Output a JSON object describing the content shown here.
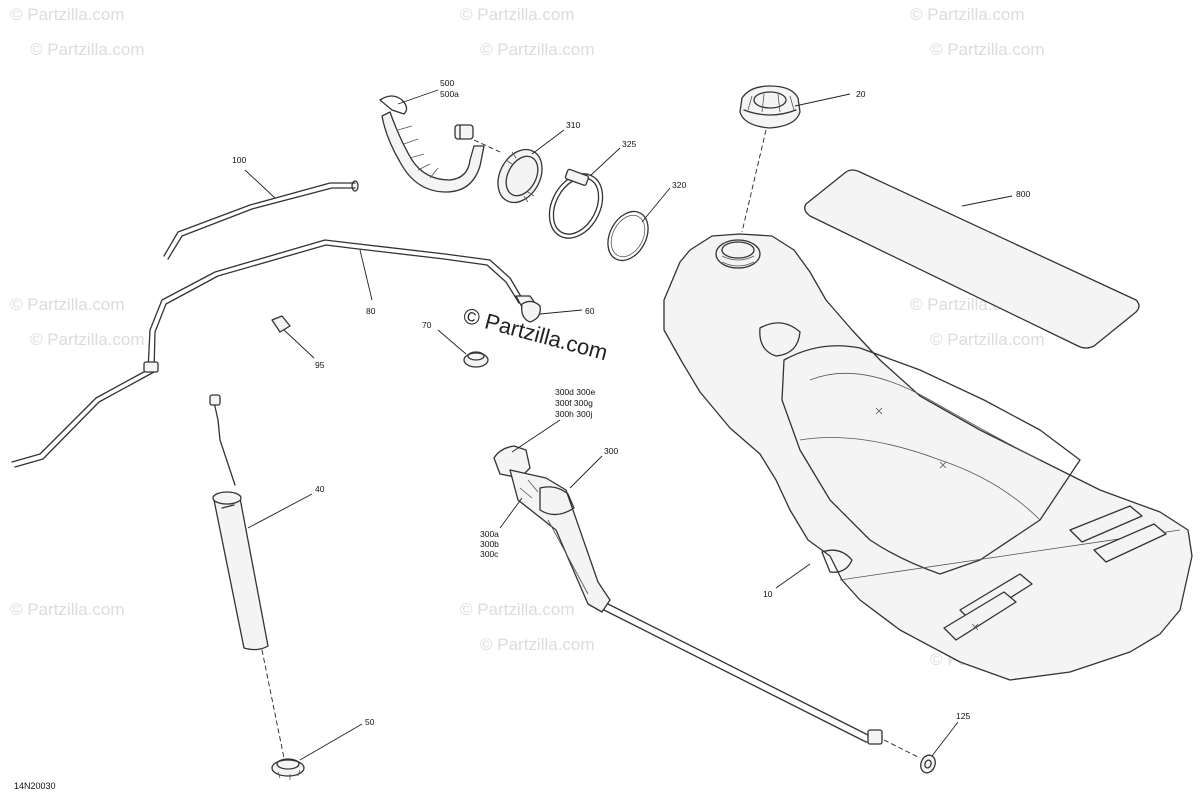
{
  "diagram": {
    "drawing_code": "14N20030",
    "watermark_repeat": "© Partzilla.com",
    "watermark_center": "© Partzilla.com",
    "callouts": {
      "c20": "20",
      "c500": "500",
      "c500a": "500a",
      "c310": "310",
      "c325": "325",
      "c320": "320",
      "c100": "100",
      "c800": "800",
      "c80": "80",
      "c60": "60",
      "c70": "70",
      "c95": "95",
      "c300_line1": "300d  300e",
      "c300_line2": "300f  300g",
      "c300_line3": "300h  300j",
      "c300": "300",
      "c40": "40",
      "c300a": "300a",
      "c300b": "300b",
      "c300c": "300c",
      "c10": "10",
      "c125": "125",
      "c50": "50"
    }
  }
}
